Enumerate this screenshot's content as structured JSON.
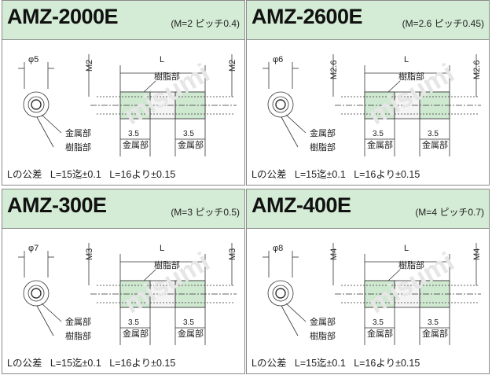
{
  "panels": [
    {
      "title": "AMZ-2000E",
      "spec": "(M=2 ピッチ0.4)",
      "diameter": "φ5",
      "thread": "M2"
    },
    {
      "title": "AMZ-2600E",
      "spec": "(M=2.6 ピッチ0.45)",
      "diameter": "φ6",
      "thread": "M2.6"
    },
    {
      "title": "AMZ-300E",
      "spec": "(M=3 ピッチ0.5)",
      "diameter": "φ7",
      "thread": "M3"
    },
    {
      "title": "AMZ-400E",
      "spec": "(M=4 ピッチ0.7)",
      "diameter": "φ8",
      "thread": "M4"
    }
  ],
  "labels": {
    "length": "L",
    "resin": "樹脂部",
    "metal": "金属部",
    "insert_depth": "3.5",
    "tolerance_title": "Lの公差",
    "tolerance_short": "L=15迄±0.1",
    "tolerance_long": "L=16より±0.15"
  },
  "colors": {
    "header_bg": "#d4ecd5",
    "line": "#333333"
  },
  "watermark": "misumi"
}
